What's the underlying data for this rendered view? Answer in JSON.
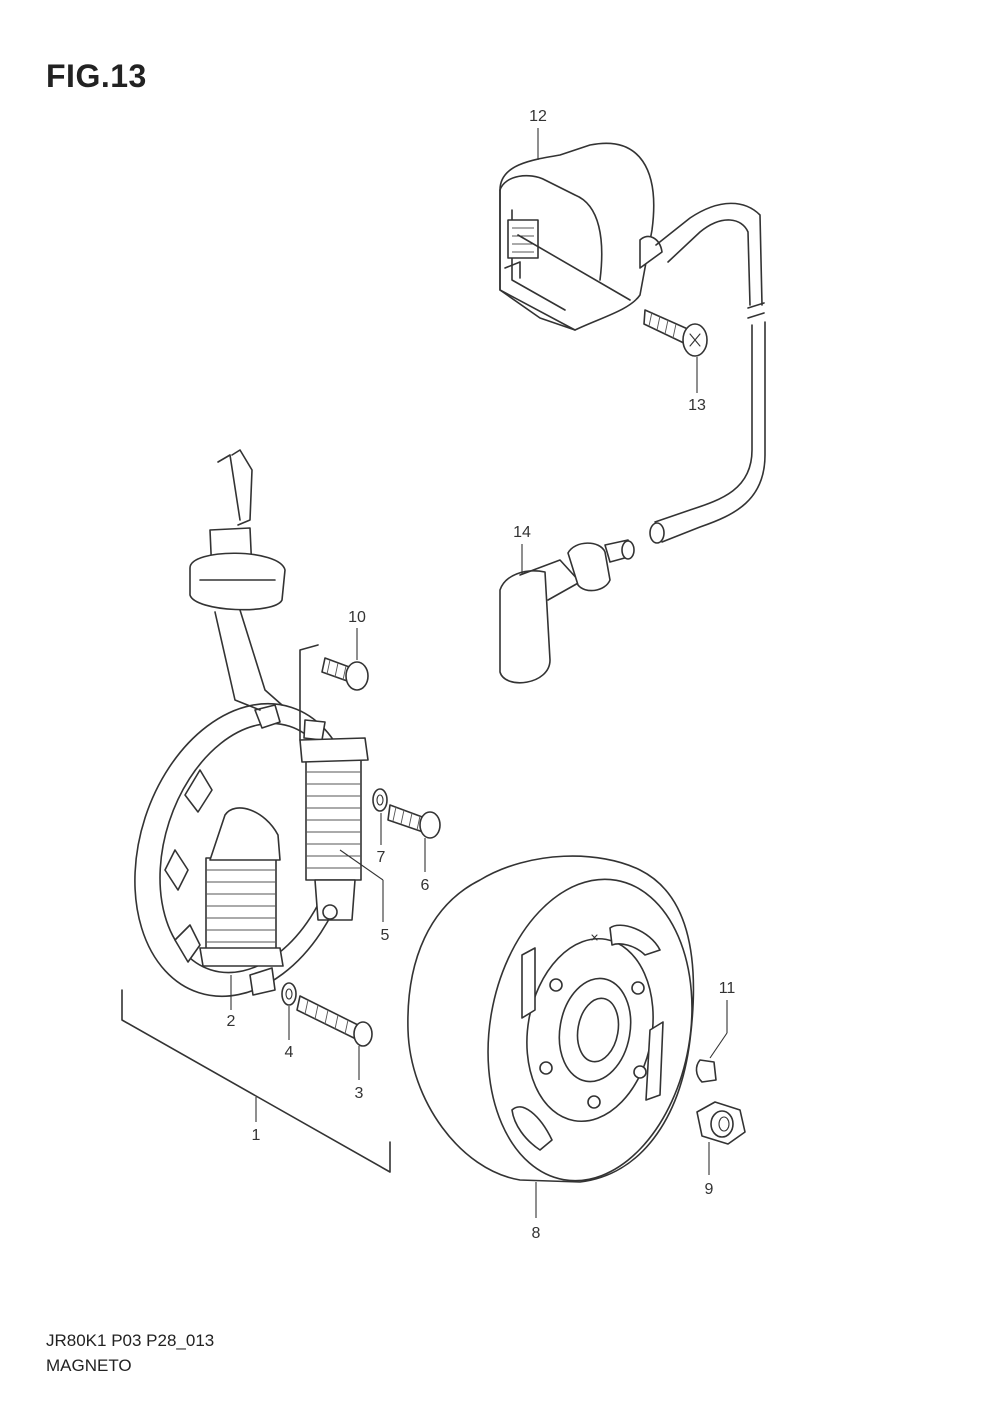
{
  "figure": {
    "title": "FIG.13",
    "code": "JR80K1 P03 P28_013",
    "name": "MAGNETO"
  },
  "callouts": [
    "1",
    "2",
    "3",
    "4",
    "5",
    "6",
    "7",
    "8",
    "9",
    "10",
    "11",
    "12",
    "13",
    "14"
  ]
}
